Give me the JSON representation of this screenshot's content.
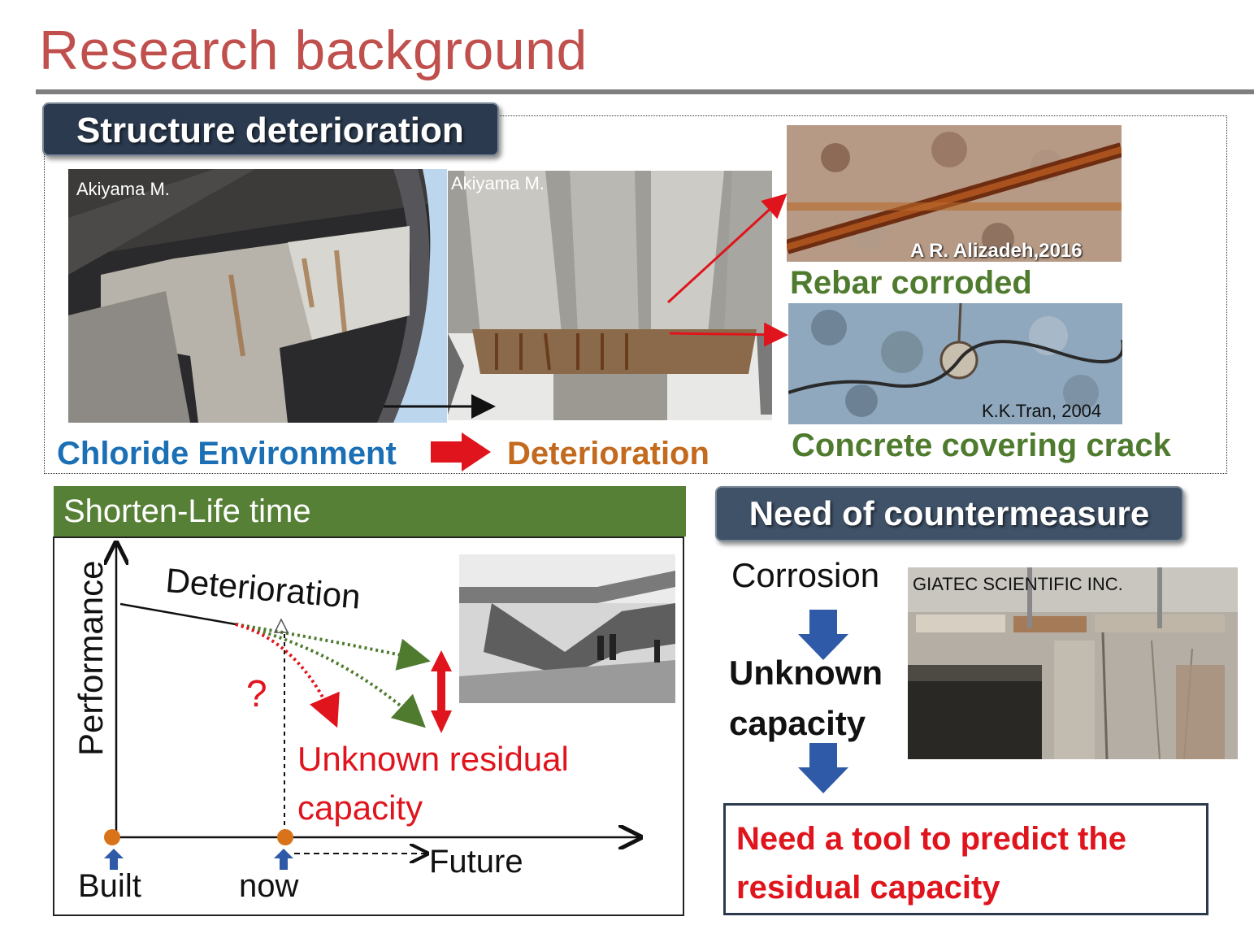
{
  "slide": {
    "title": "Research background"
  },
  "top_panel": {
    "label": "Structure deterioration",
    "photo_left_credit": "Akiyama M.",
    "photo_mid_credit": "Akiyama M.",
    "photo_rebar_credit": "A R. Alizadeh,2016",
    "photo_crack_credit": "K.K.Tran, 2004",
    "rebar_caption": "Rebar corroded",
    "crack_caption": "Concrete covering crack",
    "chloride_label": "Chloride Environment",
    "deterioration_label": "Deterioration"
  },
  "graph_panel": {
    "header": "Shorten-Life time",
    "y_axis_label": "Performance",
    "curve_label": "Deterioration",
    "question_mark": "?",
    "unknown_line1": "Unknown residual",
    "unknown_line2": "capacity",
    "built_label": "Built",
    "now_label": "now",
    "future_label": "Future"
  },
  "counter_panel": {
    "label": "Need of countermeasure",
    "corrosion_label": "Corrosion",
    "unknown_line1": "Unknown",
    "unknown_line2": "capacity",
    "photo_credit": "GIATEC SCIENTIFIC INC.",
    "tool_line1": "Need a tool to predict the",
    "tool_line2": "residual capacity"
  },
  "colors": {
    "title": "#c0504d",
    "navy": "#2b3a4f",
    "green_bar": "#558035",
    "green_text": "#4f7b2f",
    "chloride_blue": "#1a6fb5",
    "deterioration_orange": "#c36a1e",
    "red": "#e0141c",
    "arrow_blue": "#2e5aa8"
  }
}
